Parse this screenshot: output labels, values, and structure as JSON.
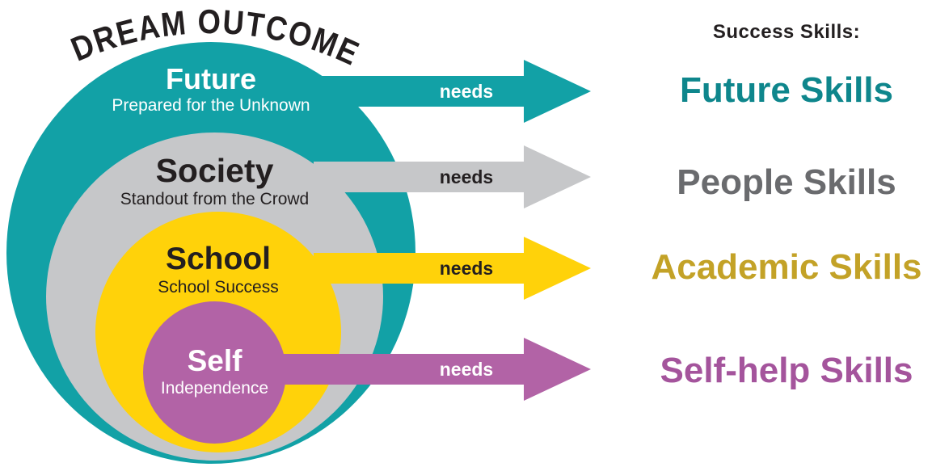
{
  "arc_title": "DREAM OUTCOME",
  "skills_header": "Success Skills:",
  "rings": [
    {
      "name": "future",
      "title": "Future",
      "subtitle": "Prepared for the Unknown",
      "needs": "needs",
      "skill": "Future Skills",
      "color": "#12A1A6",
      "title_color": "#FFFFFF",
      "needs_text_color": "#FFFFFF",
      "skill_color": "#0E868C"
    },
    {
      "name": "society",
      "title": "Society",
      "subtitle": "Standout from the Crowd",
      "needs": "needs",
      "skill": "People Skills",
      "color": "#C6C7C9",
      "title_color": "#231F20",
      "needs_text_color": "#231F20",
      "skill_color": "#6A6B6E"
    },
    {
      "name": "school",
      "title": "School",
      "subtitle": "School Success",
      "needs": "needs",
      "skill": "Academic Skills",
      "color": "#FFD20A",
      "title_color": "#231F20",
      "needs_text_color": "#231F20",
      "skill_color": "#C3A227"
    },
    {
      "name": "self",
      "title": "Self",
      "subtitle": "Independence",
      "needs": "needs",
      "skill": "Self-help Skills",
      "color": "#B263A6",
      "title_color": "#FFFFFF",
      "needs_text_color": "#FFFFFF",
      "skill_color": "#A4549C"
    }
  ]
}
